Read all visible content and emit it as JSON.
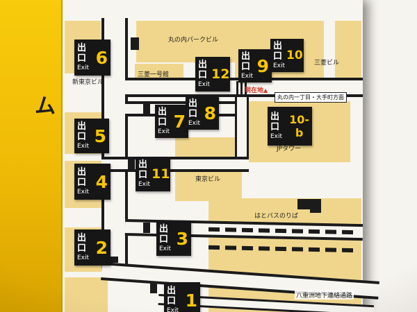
{
  "photo": {
    "side_text": "ム"
  },
  "exit_sign": {
    "jp": "出口",
    "en": "Exit"
  },
  "exits": {
    "e1": "1",
    "e2": "2",
    "e3": "3",
    "e4": "4",
    "e5": "5",
    "e6": "6",
    "e7": "7",
    "e8": "8",
    "e9": "9",
    "e10": "10",
    "e10b": "10-b",
    "e11": "11",
    "e12": "12"
  },
  "buildings": {
    "marunouchi_park": "丸の内パークビル",
    "mitsubishi_ichigokan": "三菱一号館",
    "mitsubishi": "三菱ビル",
    "shin_tokyo": "新東京ビル",
    "jp_tower": "JPタワー",
    "tokyo_building": "東京ビル",
    "hato_bus": "はとバスのりば",
    "yaesu_passage": "八重洲地下連絡通路"
  },
  "markers": {
    "current_location": "現在地",
    "current_location_arrow": "▲",
    "direction": "丸の内一丁目・大手町方面"
  },
  "colors": {
    "strip_yellow": "#f3c200",
    "building_fill": "#f0d68c",
    "sign_black": "#161616",
    "number_yellow": "#f7c600",
    "marker_red": "#d03a2a",
    "wall_brown": "#5d564c"
  }
}
